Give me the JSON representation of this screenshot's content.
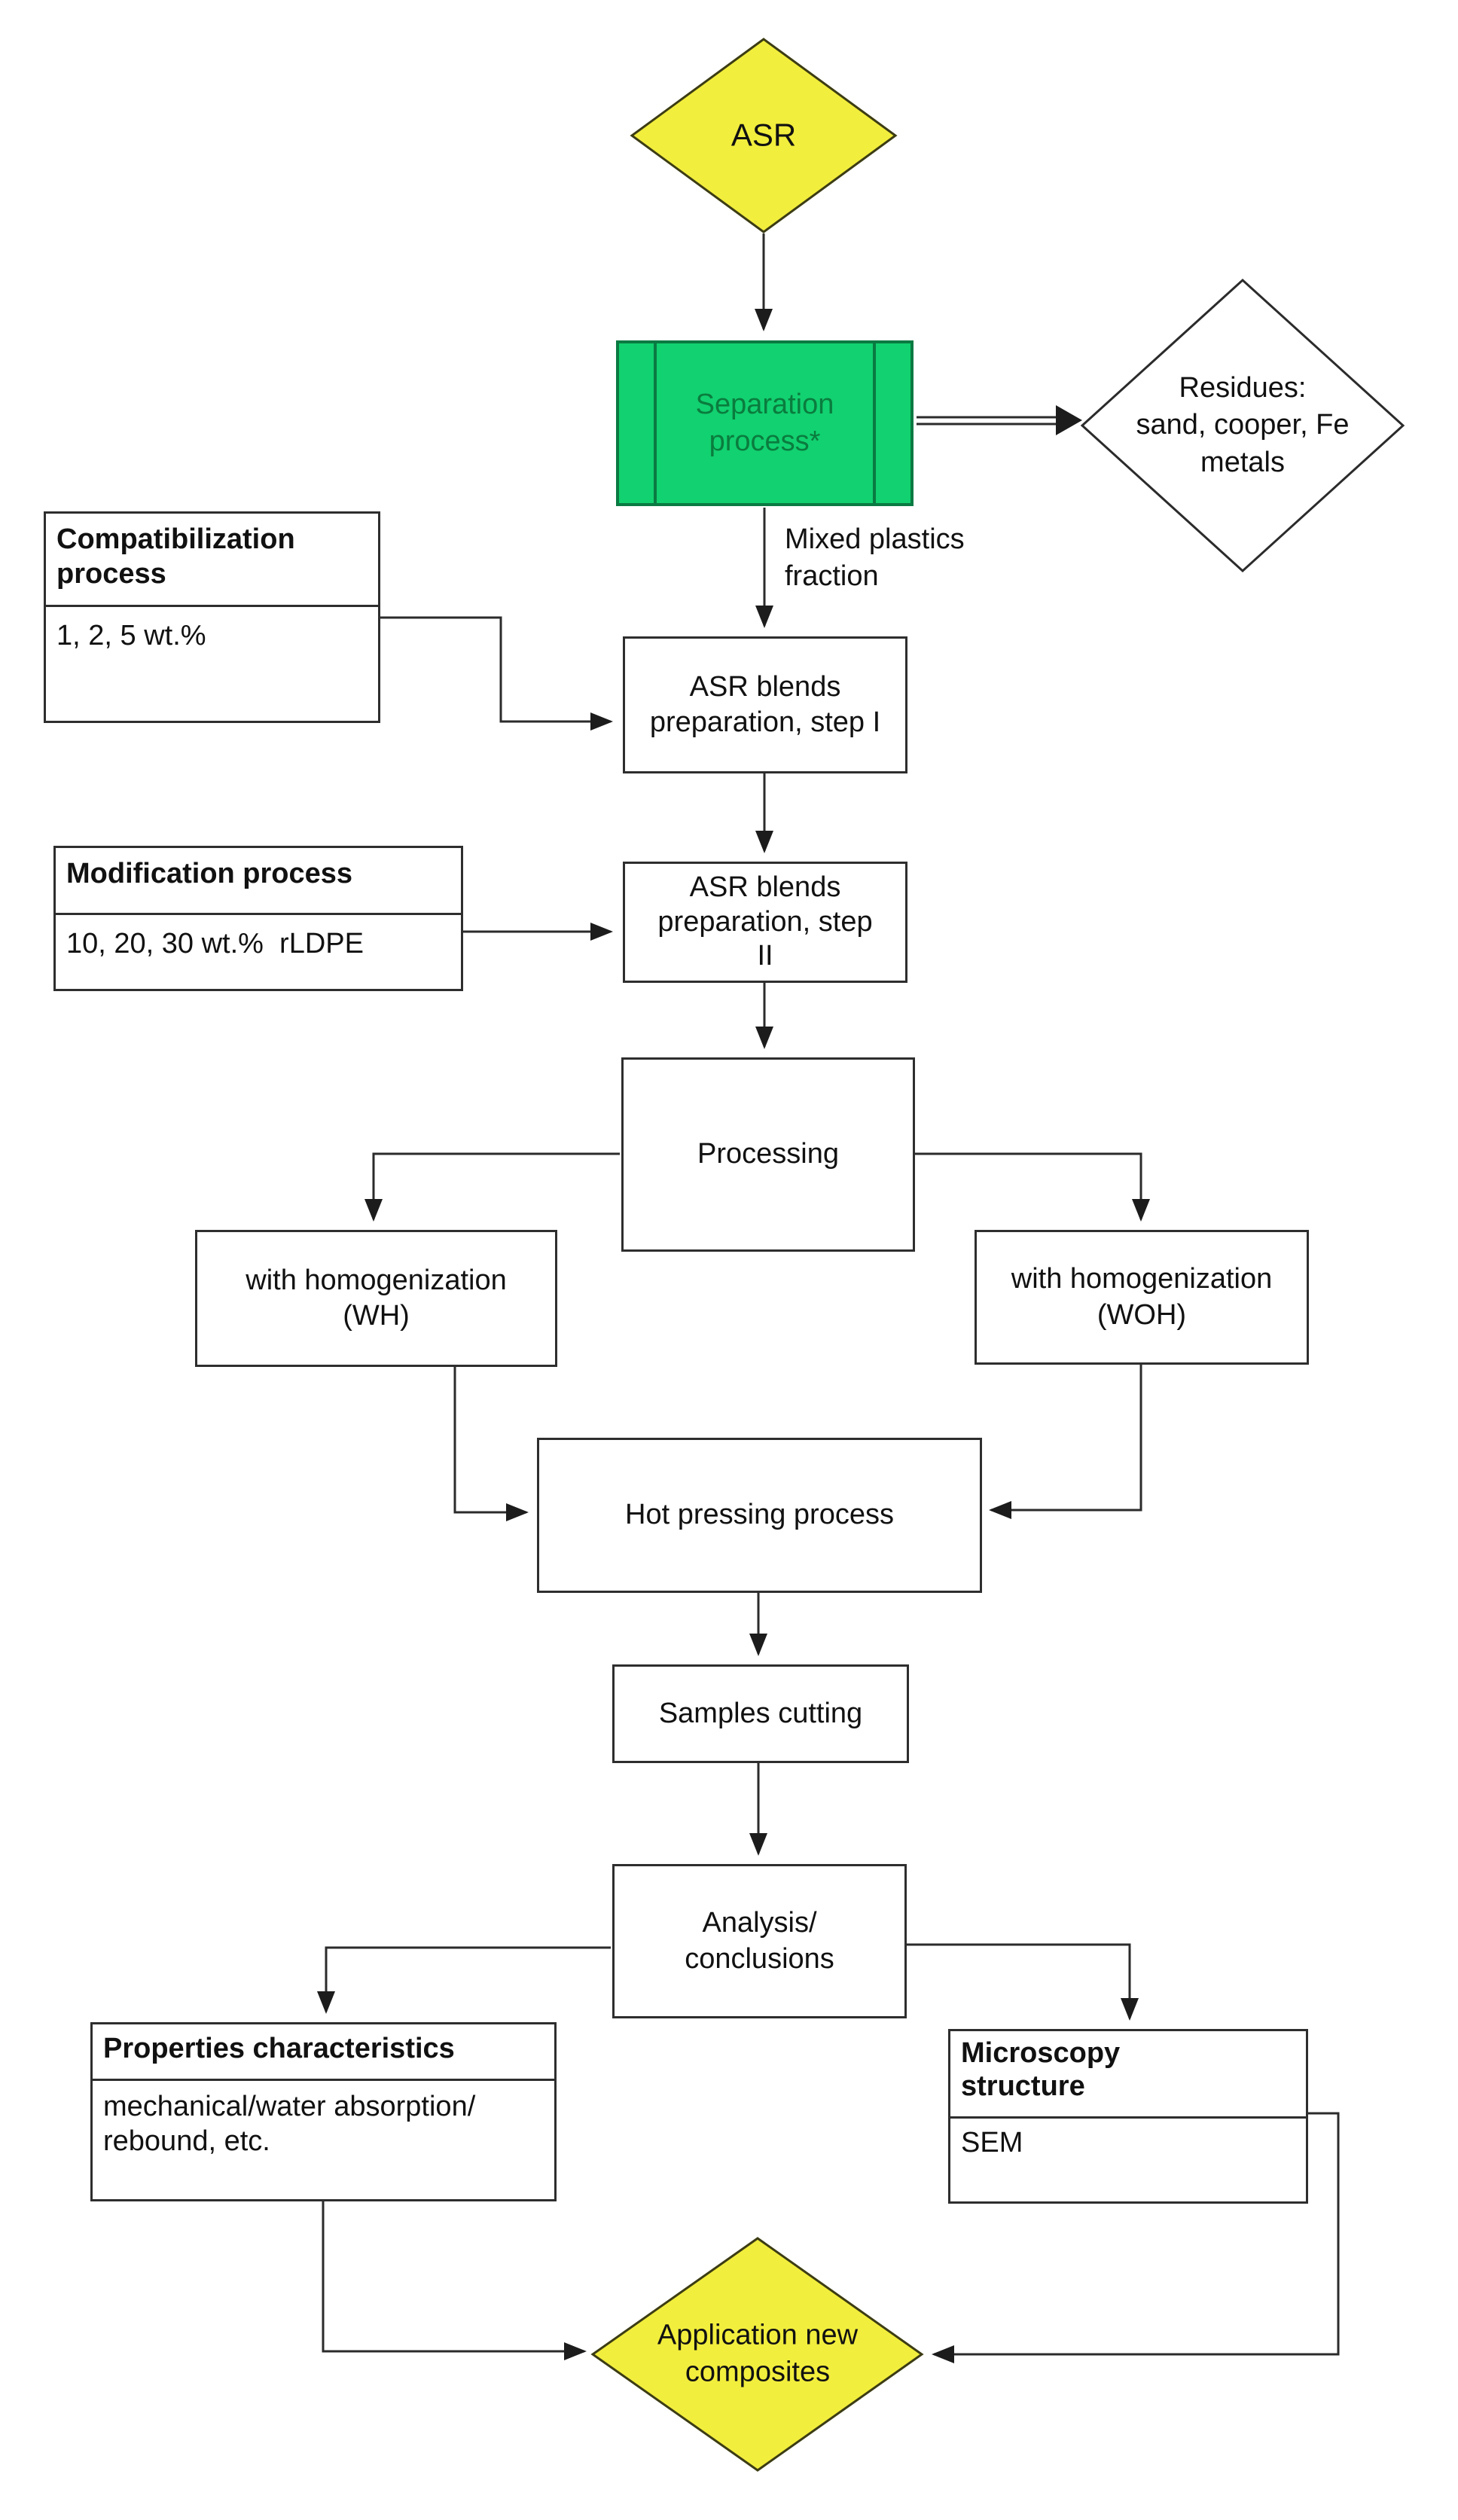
{
  "colors": {
    "background": "#ffffff",
    "line": "#2b2b2b",
    "box_border": "#2e2e2e",
    "text": "#111111",
    "decision_fill": "#f2ee3d",
    "decision_border": "#3c3c14",
    "separation_fill": "#12d170",
    "separation_border": "#0a7a42",
    "separation_text": "#0a7c3e"
  },
  "nodes": {
    "asr": {
      "label": "ASR"
    },
    "separation": {
      "label": "Separation\nprocess*"
    },
    "mixed_plastics_label": "Mixed plastics\nfraction",
    "residues": {
      "label": "Residues:\nsand, cooper, Fe\nmetals"
    },
    "compatibilization": {
      "title": "Compatibilization\nprocess",
      "value": "1, 2, 5 wt.%"
    },
    "asr_blends_1": {
      "label": "ASR blends\npreparation, step I"
    },
    "modification": {
      "title": "Modification process",
      "value": "10, 20, 30 wt.%  rLDPE"
    },
    "asr_blends_2": {
      "label": "ASR blends\npreparation, step\nII"
    },
    "processing": {
      "label": "Processing"
    },
    "with_homogenization": {
      "label": "with homogenization\n(WH)"
    },
    "without_homogenization": {
      "label": "with homogenization\n(WOH)"
    },
    "hot_pressing": {
      "label": "Hot pressing process"
    },
    "samples_cutting": {
      "label": "Samples cutting"
    },
    "analysis": {
      "label": "Analysis/\nconclusions"
    },
    "properties": {
      "title": "Properties characteristics",
      "value": "mechanical/water absorption/\nrebound, etc."
    },
    "microscopy": {
      "title": "Microscopy\nstructure",
      "value": "SEM"
    },
    "application": {
      "label": "Application new\ncomposites"
    }
  }
}
